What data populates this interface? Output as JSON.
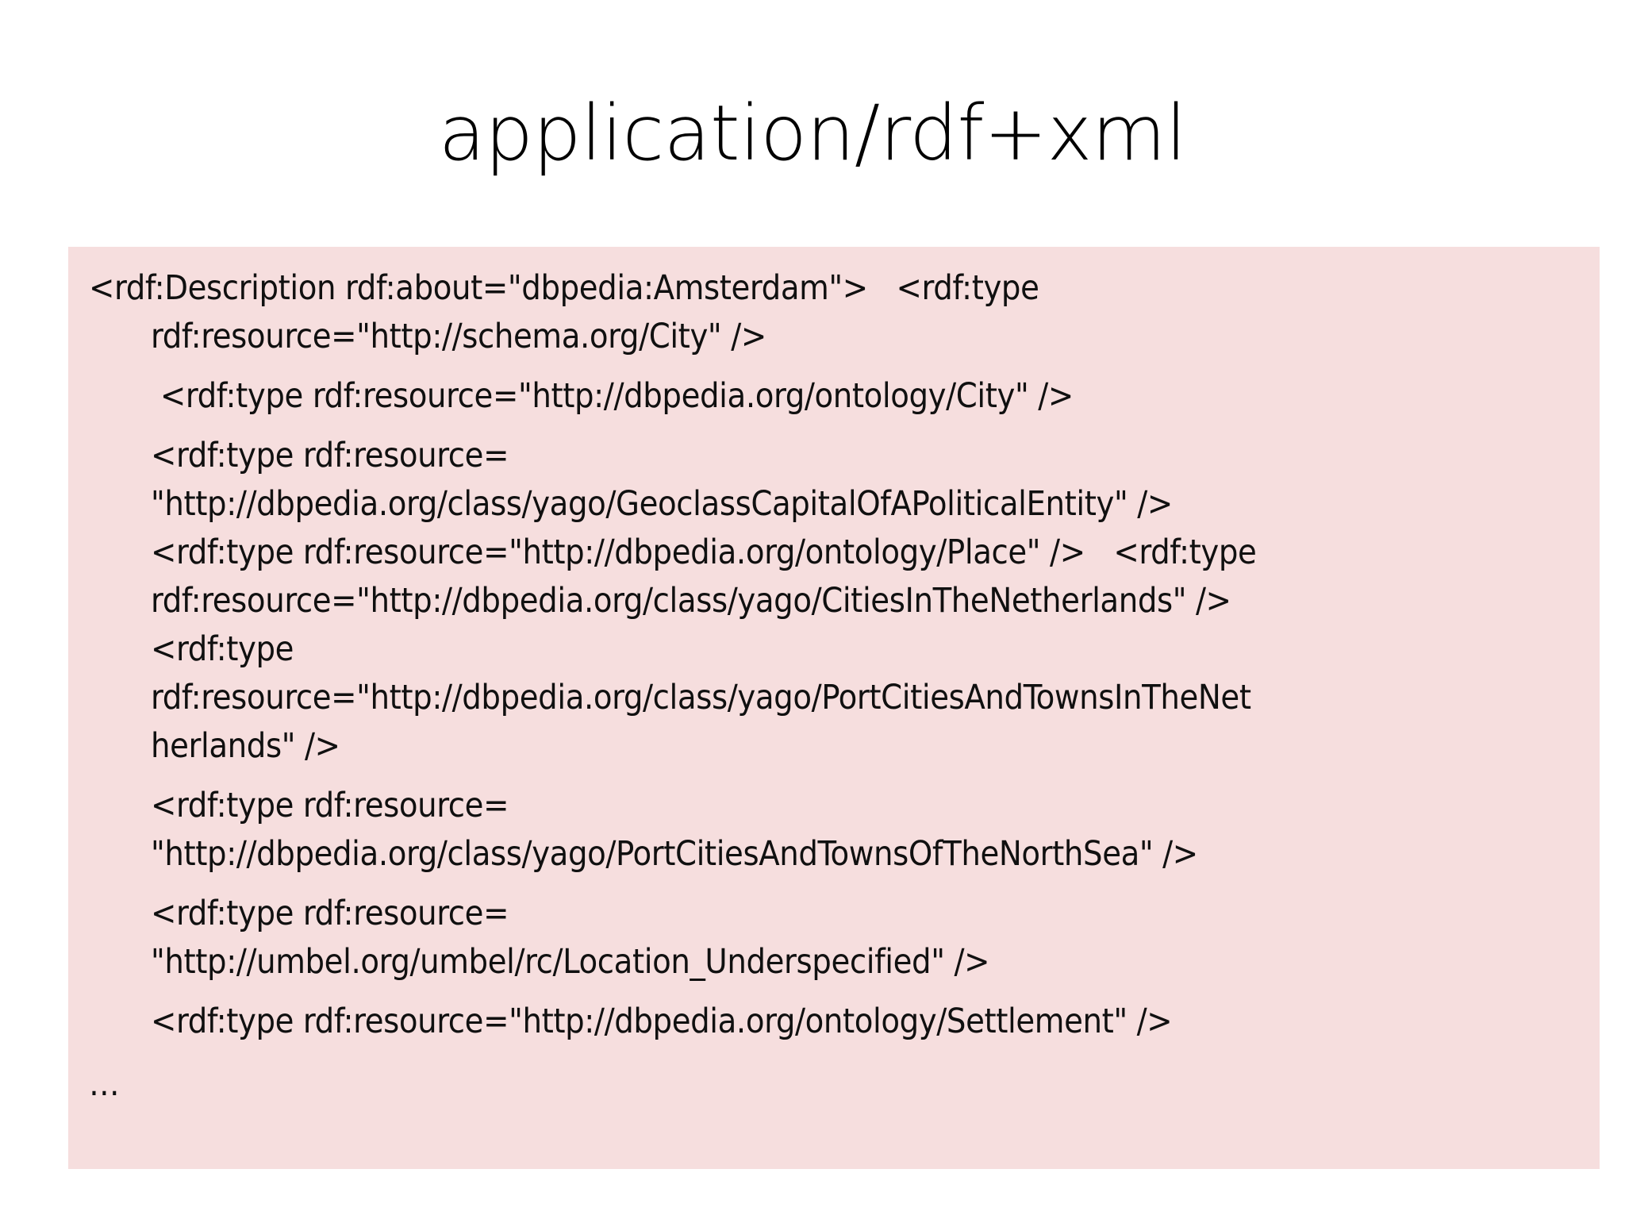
{
  "slide": {
    "title": "application/rdf+xml",
    "background_color": "#ffffff",
    "code_block_color": "#f6dede",
    "text_color": "#101010"
  },
  "code": {
    "lines": [
      {
        "text": "<rdf:Description rdf:about=\"dbpedia:Amsterdam\">   <rdf:type",
        "indent": 0,
        "gap": false
      },
      {
        "text": "rdf:resource=\"http://schema.org/City\" />",
        "indent": 1,
        "gap": false
      },
      {
        "text": " <rdf:type rdf:resource=\"http://dbpedia.org/ontology/City\" />",
        "indent": 1,
        "gap": true
      },
      {
        "text": "<rdf:type rdf:resource=",
        "indent": 1,
        "gap": true
      },
      {
        "text": "\"http://dbpedia.org/class/yago/GeoclassCapitalOfAPoliticalEntity\" />",
        "indent": 1,
        "gap": false
      },
      {
        "text": "<rdf:type rdf:resource=\"http://dbpedia.org/ontology/Place\" />   <rdf:type",
        "indent": 1,
        "gap": false
      },
      {
        "text": "rdf:resource=\"http://dbpedia.org/class/yago/CitiesInTheNetherlands\" />",
        "indent": 1,
        "gap": false
      },
      {
        "text": "<rdf:type",
        "indent": 1,
        "gap": false
      },
      {
        "text": "rdf:resource=\"http://dbpedia.org/class/yago/PortCitiesAndTownsInTheNet",
        "indent": 1,
        "gap": false
      },
      {
        "text": "herlands\" />",
        "indent": 1,
        "gap": false
      },
      {
        "text": "<rdf:type rdf:resource=",
        "indent": 1,
        "gap": true
      },
      {
        "text": "\"http://dbpedia.org/class/yago/PortCitiesAndTownsOfTheNorthSea\" />",
        "indent": 1,
        "gap": false
      },
      {
        "text": "<rdf:type rdf:resource=",
        "indent": 1,
        "gap": true
      },
      {
        "text": "\"http://umbel.org/umbel/rc/Location_Underspecified\" />",
        "indent": 1,
        "gap": false
      },
      {
        "text": "<rdf:type rdf:resource=\"http://dbpedia.org/ontology/Settlement\" />",
        "indent": 1,
        "gap": true
      }
    ],
    "trailing": "…"
  }
}
